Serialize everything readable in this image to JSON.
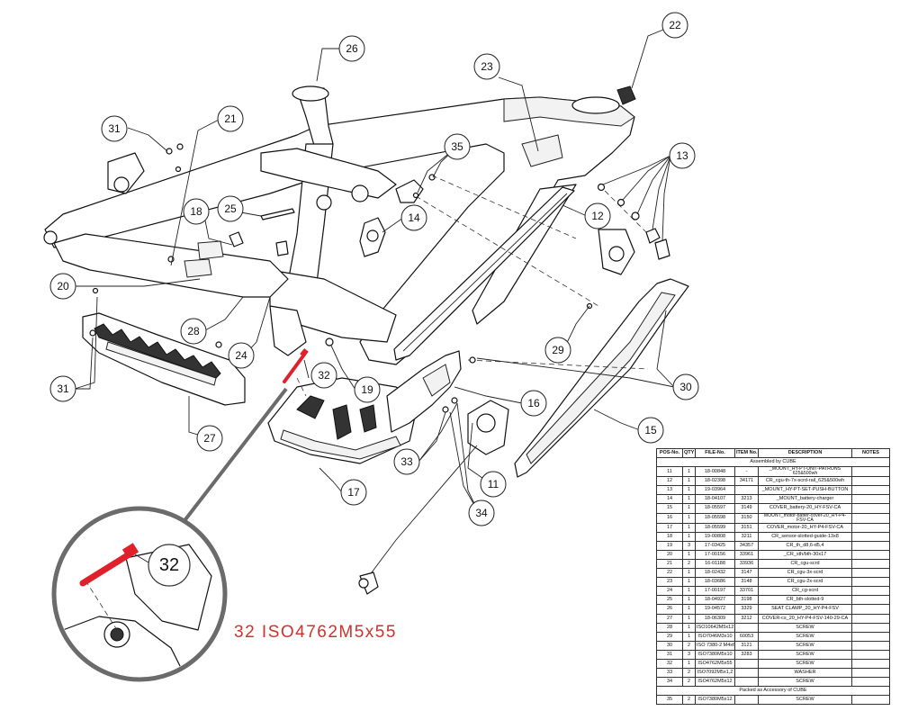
{
  "diagram": {
    "callouts": [
      "11",
      "12",
      "13",
      "14",
      "15",
      "16",
      "17",
      "18",
      "19",
      "20",
      "21",
      "22",
      "23",
      "24",
      "25",
      "26",
      "27",
      "28",
      "29",
      "30",
      "31",
      "32",
      "33",
      "34",
      "35"
    ],
    "detail_callout": "32",
    "detail_caption": "32  ISO4762M5x55",
    "caption_color": "#d0312d",
    "highlight_color": "#e0202a"
  },
  "bom": {
    "headers": [
      "POS-No.",
      "QTY",
      "FILE-No.",
      "ITEM No.",
      "DESCRIPTION",
      "NOTES"
    ],
    "section_assembled": "Assembled by CUBE",
    "section_accessory": "Packed as Accessory of CUBE",
    "rows": [
      {
        "pos": "11",
        "qty": "1",
        "file": "18-00848",
        "item": "-",
        "desc": "_MOUNT_HY-PT-UNIT-PATRONS 625&500wh",
        "notes": ""
      },
      {
        "pos": "12",
        "qty": "1",
        "file": "18-02398",
        "item": "34171",
        "desc": "CR_cgu-th-7x-scrd-rail_625&500wh",
        "notes": ""
      },
      {
        "pos": "13",
        "qty": "1",
        "file": "19-03964",
        "item": "",
        "desc": "_MOUNT_HY-PT-SET-PUSH-BUTTON",
        "notes": ""
      },
      {
        "pos": "14",
        "qty": "1",
        "file": "18-04107",
        "item": "3213",
        "desc": "_MOUNT_battery-charger",
        "notes": ""
      },
      {
        "pos": "15",
        "qty": "1",
        "file": "18-05597",
        "item": "3149",
        "desc": "COVER_battery-20_HY-FSV-CA",
        "notes": ""
      },
      {
        "pos": "16",
        "qty": "1",
        "file": "18-05598",
        "item": "3150",
        "desc": "MOUNT_motor-batter-cover-20_HY-P4-FSV-CA",
        "notes": ""
      },
      {
        "pos": "17",
        "qty": "1",
        "file": "18-05599",
        "item": "3151",
        "desc": "COVER_motor-20_HY-P4-FSV-CA",
        "notes": ""
      },
      {
        "pos": "18",
        "qty": "1",
        "file": "19-00808",
        "item": "3211",
        "desc": "CR_sensor-slotted-guide-13x8",
        "notes": ""
      },
      {
        "pos": "19",
        "qty": "3",
        "file": "17-03425",
        "item": "34357",
        "desc": "CR_th_d8,6-d5,4",
        "notes": ""
      },
      {
        "pos": "20",
        "qty": "1",
        "file": "17-00156",
        "item": "33961",
        "desc": "_CR_sth/bth-30x17",
        "notes": ""
      },
      {
        "pos": "21",
        "qty": "2",
        "file": "16-01188",
        "item": "33936",
        "desc": "CR_cgu-scrd",
        "notes": ""
      },
      {
        "pos": "22",
        "qty": "1",
        "file": "18-02432",
        "item": "3147",
        "desc": "CR_cgu-3x-scrd",
        "notes": ""
      },
      {
        "pos": "23",
        "qty": "1",
        "file": "18-03686",
        "item": "3148",
        "desc": "CR_cgu-2x-scrd",
        "notes": ""
      },
      {
        "pos": "24",
        "qty": "1",
        "file": "17-00197",
        "item": "33701",
        "desc": "CR_cg-scrd",
        "notes": ""
      },
      {
        "pos": "25",
        "qty": "1",
        "file": "18-04927",
        "item": "3198",
        "desc": "CR_bth-slotted-9",
        "notes": ""
      },
      {
        "pos": "26",
        "qty": "1",
        "file": "19-04572",
        "item": "3329",
        "desc": "SEAT CLAMP_20_HY-P4-FSV",
        "notes": ""
      },
      {
        "pos": "27",
        "qty": "1",
        "file": "18-06309",
        "item": "3212",
        "desc": "COVER-cs_20_HY-P4-FSV-140-29-CA",
        "notes": ""
      },
      {
        "pos": "28",
        "qty": "1",
        "file": "ISO10642M5x12",
        "item": "",
        "desc": "SCREW",
        "notes": ""
      },
      {
        "pos": "29",
        "qty": "1",
        "file": "ISO7046M3x10",
        "item": "60053",
        "desc": "SCREW",
        "notes": ""
      },
      {
        "pos": "30",
        "qty": "2",
        "file": "ISO 7380-2 M4x6",
        "item": "3121",
        "desc": "SCREW",
        "notes": ""
      },
      {
        "pos": "31",
        "qty": "3",
        "file": "ISO7380M5x10",
        "item": "3283",
        "desc": "SCREW",
        "notes": ""
      },
      {
        "pos": "32",
        "qty": "1",
        "file": "ISO4762M5x55",
        "item": "",
        "desc": "SCREW",
        "notes": ""
      },
      {
        "pos": "33",
        "qty": "2",
        "file": "ISO7092M5x1,2",
        "item": "",
        "desc": "WASHER",
        "notes": ""
      },
      {
        "pos": "34",
        "qty": "2",
        "file": "ISO4762M5x12",
        "item": "",
        "desc": "SCREW",
        "notes": ""
      }
    ],
    "accessory_rows": [
      {
        "pos": "35",
        "qty": "2",
        "file": "ISO7380M5x12",
        "item": "",
        "desc": "SCREW",
        "notes": ""
      }
    ]
  }
}
